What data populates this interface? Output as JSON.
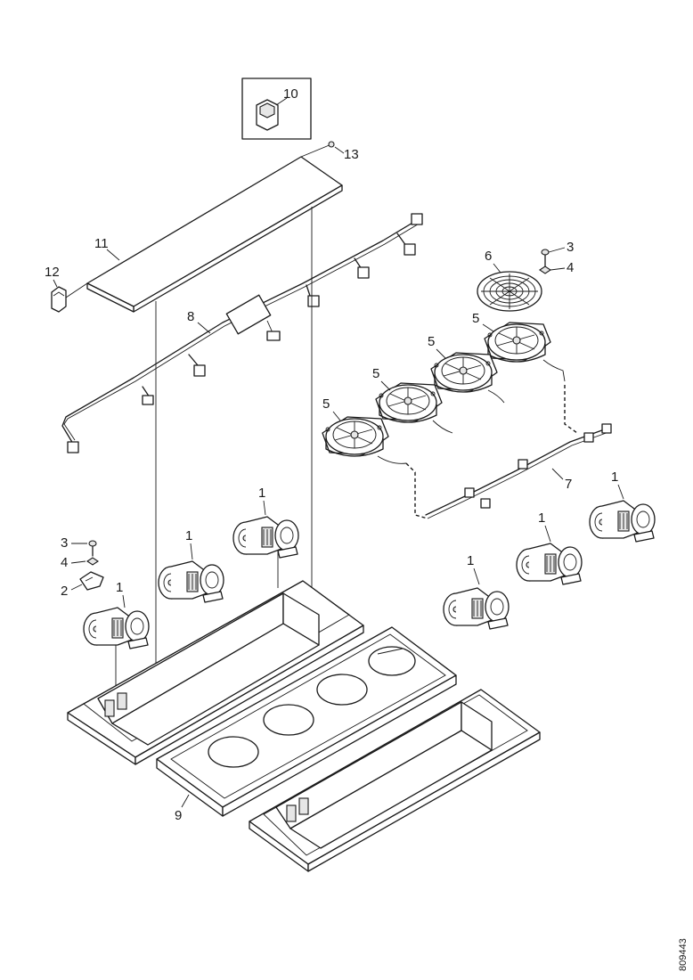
{
  "callouts": {
    "c1a": "1",
    "c1b": "1",
    "c1c": "1",
    "c1d": "1",
    "c1e": "1",
    "c1f": "1",
    "c2": "2",
    "c3a": "3",
    "c3b": "3",
    "c4a": "4",
    "c4b": "4",
    "c5a": "5",
    "c5b": "5",
    "c5c": "5",
    "c5d": "5",
    "c6": "6",
    "c7": "7",
    "c8": "8",
    "c9": "9",
    "c10": "10",
    "c11": "11",
    "c12": "12",
    "c13": "13"
  },
  "figure_ref": "809443"
}
